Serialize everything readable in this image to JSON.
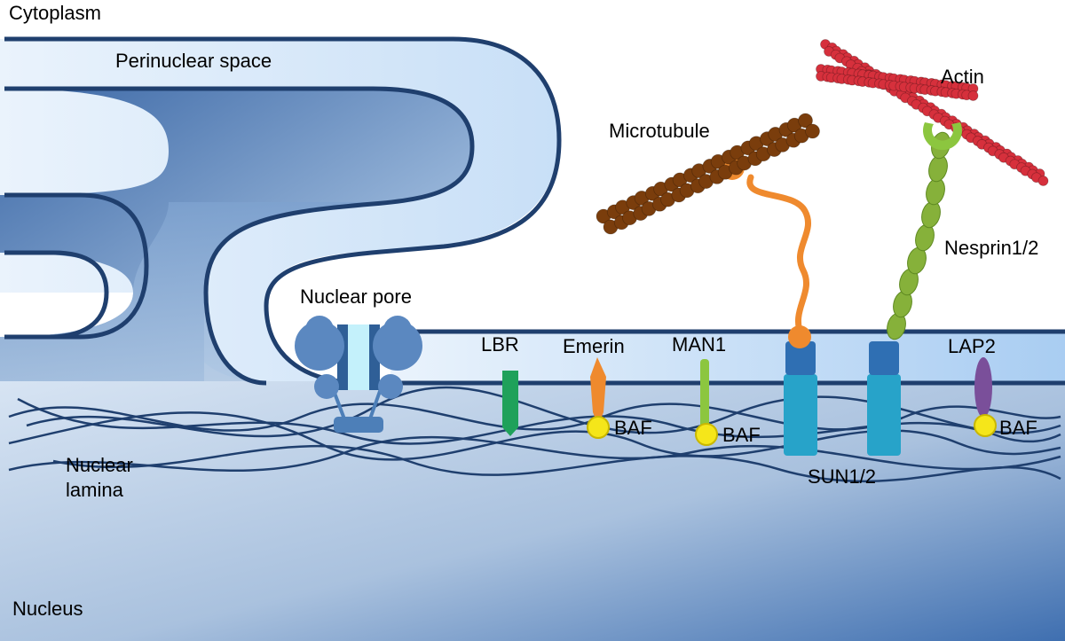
{
  "labels": {
    "cytoplasm": "Cytoplasm",
    "perinuclear_space": "Perinuclear space",
    "nuclear_pore": "Nuclear pore",
    "microtubule": "Microtubule",
    "actin": "Actin",
    "nesprin": "Nesprin1/2",
    "lbr": "LBR",
    "emerin": "Emerin",
    "man1": "MAN1",
    "lap2": "LAP2",
    "baf_emerin": "BAF",
    "baf_man1": "BAF",
    "baf_lap2": "BAF",
    "sun": "SUN1/2",
    "nuclear_lamina_line1": "Nuclear",
    "nuclear_lamina_line2": "lamina",
    "nucleus": "Nucleus"
  },
  "colors": {
    "membrane": "#1f3f6e",
    "perinuclear_fill": "#bcd8f4",
    "nucleus_fill": "#5f86bb",
    "pore": "#4d7fb8",
    "lbr": "#1fa15a",
    "emerin": "#ef8a2e",
    "man1": "#8cc63f",
    "lap2": "#7a4f9a",
    "baf": "#f5e61a",
    "sun_top": "#2f6fb3",
    "sun_body": "#27a3c9",
    "microtubule": "#7a3d0c",
    "actin": "#d6303c",
    "nesprin": "#86b13a"
  }
}
